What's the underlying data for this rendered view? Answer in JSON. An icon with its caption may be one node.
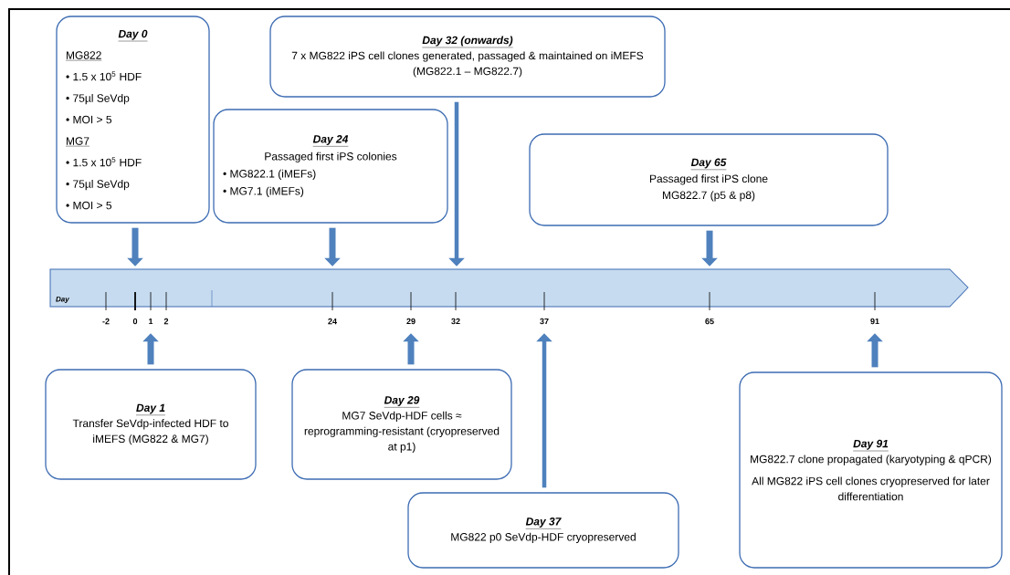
{
  "diagram": {
    "nodes": [
      {
        "text": [
          "Day 0",
          "MG822",
          "• 1.5 x 10$^{5}$ HDF",
          "• 75µl SeVdp",
          "• MOI > 5",
          "MG7",
          "• 1.5 x 10$^{5}$ HDF",
          "• 75µl SeVdp",
          "• MOI > 5"
        ]
      },
      {
        "text": [
          "Day 32 (onwards)",
          "7 x MG822 iPS cell clones generated, passaged & maintained on iMEFS (MG822.1 – MG822.7)"
        ]
      },
      {
        "text": [
          "Day 24",
          "Passaged first iPS colonies",
          "• MG822.1 (iMEFs)",
          "• MG7.1 (iMEFs)"
        ]
      },
      {
        "text": [
          "Day 65",
          "Passaged first iPS clone",
          "MG822.7 (p5 & p8)"
        ]
      },
      {
        "text": [
          "Day"
        ]
      },
      {
        "text": [
          "Day 1",
          "Transfer SeVdp-infected HDF to iMEFS (MG822 & MG7)"
        ]
      },
      {
        "text": [
          "Day 29",
          "MG7 SeVdp-HDF cells ≈ reprogramming-resistant (cryopreserved at p1)"
        ]
      },
      {
        "text": [
          "Day 37",
          "MG822 p0 SeVdp-HDF cryopreserved"
        ]
      },
      {
        "text": [
          "Day 91",
          "MG822.7 clone propagated (karyotyping & qPCR)",
          "All MG822 iPS cell clones cryopreserved for later differentiation"
        ]
      }
    ],
    "edges": [
      {
        "from": 0,
        "to": 4,
        "arrow": "to"
      },
      {
        "from": 1,
        "to": 4,
        "arrow": "to"
      },
      {
        "from": 2,
        "to": 4,
        "arrow": "to"
      },
      {
        "from": 3,
        "to": 4,
        "arrow": "to"
      },
      {
        "from": 5,
        "to": 4,
        "arrow": "to"
      },
      {
        "from": 6,
        "to": 4,
        "arrow": "to"
      },
      {
        "from": 7,
        "to": 4,
        "arrow": "to"
      },
      {
        "from": 8,
        "to": 4,
        "arrow": "to"
      }
    ],
    "labels": [
      "-2",
      "0",
      "1",
      "2",
      "24",
      "29",
      "32",
      "37",
      "65",
      "91"
    ]
  }
}
